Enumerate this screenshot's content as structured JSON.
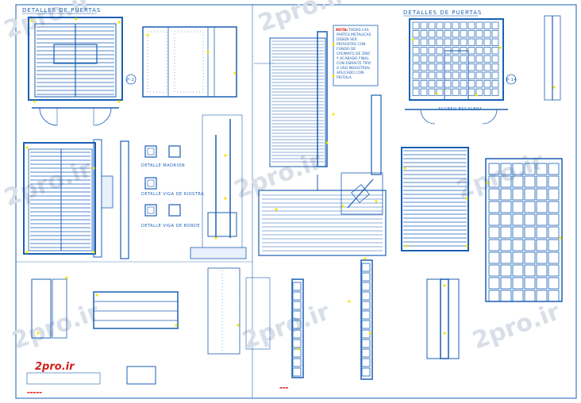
{
  "colors": {
    "line": "#1a5fb4",
    "dark": "#0b3d7a",
    "accent": "#f2e600",
    "red": "#d0201b",
    "paper": "#ffffff",
    "watermark": "#d9dfe8"
  },
  "titles": {
    "left": "DETALLES DE PUERTAS",
    "right": "DETALLES DE PUERTAS"
  },
  "labels": {
    "detalle_madrion": "DETALLE MADRION",
    "detalle_viga_riostra": "DETALLE VIGA DE RIOSTRA",
    "detalle_viga_borde": "DETALLE VIGA DE BORDE",
    "acceso_escalera": "ACCESO ESCALERA",
    "tag_p2": "P-2",
    "tag_p14": "P-14"
  },
  "note": {
    "heading": "NOTA:",
    "lines": [
      "TODAS LAS",
      "PARTES METALICAS",
      "DEBEN SER",
      "PROVISTAS CON",
      "FONDO DE",
      "CROMATO DE ZINC",
      "Y ACABADO FINAL",
      "CON ESMALTE TIPO",
      "A USO INDUSTRIAL",
      "APLICADO CON",
      "PISTOLA"
    ]
  },
  "watermark": "2pro.ir",
  "logo": "2pro.ir"
}
